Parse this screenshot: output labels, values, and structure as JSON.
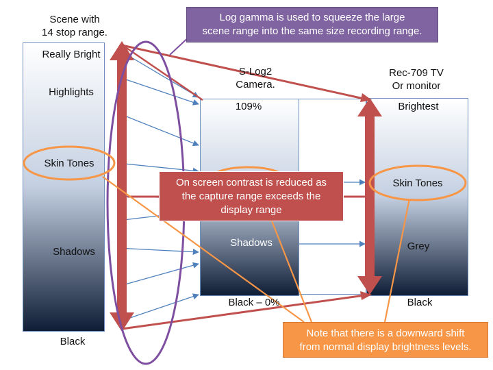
{
  "colors": {
    "panel_top": "#ffffff",
    "panel_bottom": "#0f1d36",
    "panel_border": "#6f90bc",
    "red_arrow": "#c0504d",
    "blue_arrow": "#4f81bd",
    "purple": "#7e4fa0",
    "orange": "#f79646",
    "callout_purple_bg": "#8064a2",
    "callout_red_bg": "#c0504d",
    "callout_orange_bg": "#f79646"
  },
  "scene": {
    "header": "Scene with\n14 stop range.",
    "really_bright": "Really Bright",
    "highlights": "Highlights",
    "skin_tones": "Skin Tones",
    "shadows": "Shadows",
    "black": "Black"
  },
  "camera": {
    "header": "S-Log2\nCamera.",
    "top_level": "109%",
    "shadows": "Shadows",
    "black": "Black – 0%"
  },
  "monitor": {
    "header": "Rec-709 TV\nOr monitor",
    "brightest": "Brightest",
    "skin_tones": "Skin Tones",
    "grey": "Grey",
    "black": "Black"
  },
  "callouts": {
    "log_gamma": "Log gamma is used to squeeze the large\nscene range into the same size recording range.",
    "contrast": "On screen contrast is reduced as\nthe capture range exceeds the\ndisplay range",
    "shift": "Note that there is a downward shift\nfrom normal display brightness levels."
  }
}
